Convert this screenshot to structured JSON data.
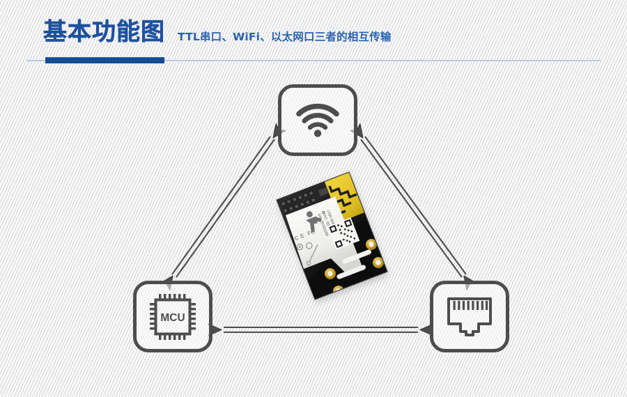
{
  "header": {
    "title": "基本功能图",
    "subtitle": "TTL串口、WiFi、以太网口三者的相互传输",
    "accent_color": "#164a94",
    "subtitle_color": "#2a62b0",
    "rule_color": "#b9cde3"
  },
  "diagram": {
    "type": "triangle-connectivity",
    "stroke_color": "#4d4d4d",
    "nodes": [
      {
        "id": "wifi",
        "icon": "wifi-icon",
        "label": "",
        "position": "top"
      },
      {
        "id": "mcu",
        "icon": "mcu-chip-icon",
        "label": "MCU",
        "position": "bottom-left"
      },
      {
        "id": "ethernet",
        "icon": "rj45-port-icon",
        "label": "",
        "position": "bottom-right"
      }
    ],
    "connections": [
      {
        "from": "wifi",
        "to": "mcu",
        "style": "double-headed-arrow"
      },
      {
        "from": "wifi",
        "to": "ethernet",
        "style": "double-headed-arrow"
      },
      {
        "from": "mcu",
        "to": "ethernet",
        "style": "double-headed-arrow"
      }
    ],
    "center": {
      "name": "wifi-serial-module",
      "pcb_color": "#141414",
      "antenna_color": "#e8c41d",
      "label_color": "#f4f4f2",
      "pad_color": "#c9a227"
    }
  },
  "background": {
    "base_color": "#f7f7f7",
    "stripe_color": "#dbdbdd"
  }
}
